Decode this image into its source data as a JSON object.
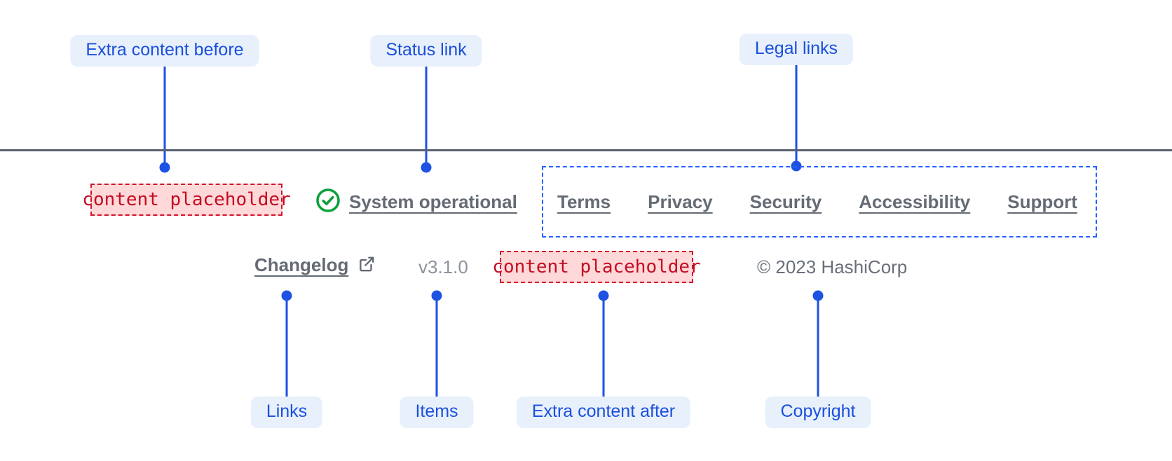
{
  "annotations": {
    "top": [
      {
        "label": "Extra content before"
      },
      {
        "label": "Status link"
      },
      {
        "label": "Legal links"
      }
    ],
    "bottom": [
      {
        "label": "Links"
      },
      {
        "label": "Items"
      },
      {
        "label": "Extra content after"
      },
      {
        "label": "Copyright"
      }
    ]
  },
  "footer": {
    "extra_content_before": "content placeholder",
    "status": {
      "label": "System operational",
      "icon": "check-circle-icon"
    },
    "legal_links": [
      "Terms",
      "Privacy",
      "Security",
      "Accessibility",
      "Support"
    ],
    "links": [
      {
        "label": "Changelog",
        "icon": "external-link-icon"
      }
    ],
    "version": "v3.1.0",
    "extra_content_after": "content placeholder",
    "copyright": "© 2023 HashiCorp"
  },
  "colors": {
    "annotation_blue": "#1d52e2",
    "annotation_pill_bg": "#e8f0fc",
    "legal_box_border": "#2962ff",
    "placeholder_red": "#d0142f",
    "placeholder_bg": "#ffd9d9",
    "link_gray": "#656b74",
    "version_gray": "#8d929b",
    "divider_gray": "#5a6170",
    "status_green": "#0ca13c"
  }
}
